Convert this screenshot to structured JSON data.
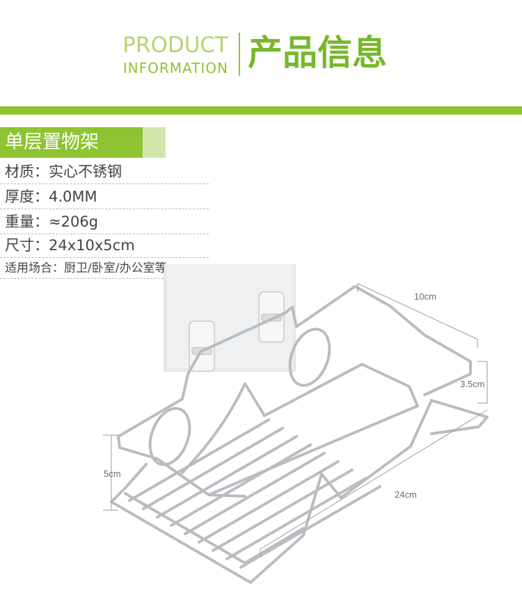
{
  "header": {
    "en_line1": "PRODUCT",
    "en_line2": "INFORMATION",
    "cn_title": "产品信息"
  },
  "product": {
    "name": "单层置物架",
    "specs": [
      "材质：实心不锈钢",
      "厚度：4.0MM",
      "重量：≈206g",
      "尺寸：24x10x5cm",
      "适用场合：厨卫/卧室/办公室等"
    ]
  },
  "dimensions": {
    "width": "10cm",
    "back_height": "3.5cm",
    "front_height": "5cm",
    "length": "24cm"
  },
  "colors": {
    "accent": "#8ec431",
    "accent_light": "#d2e6ac",
    "title_light": "#b5d46d",
    "metal": "#b9bdc1"
  }
}
